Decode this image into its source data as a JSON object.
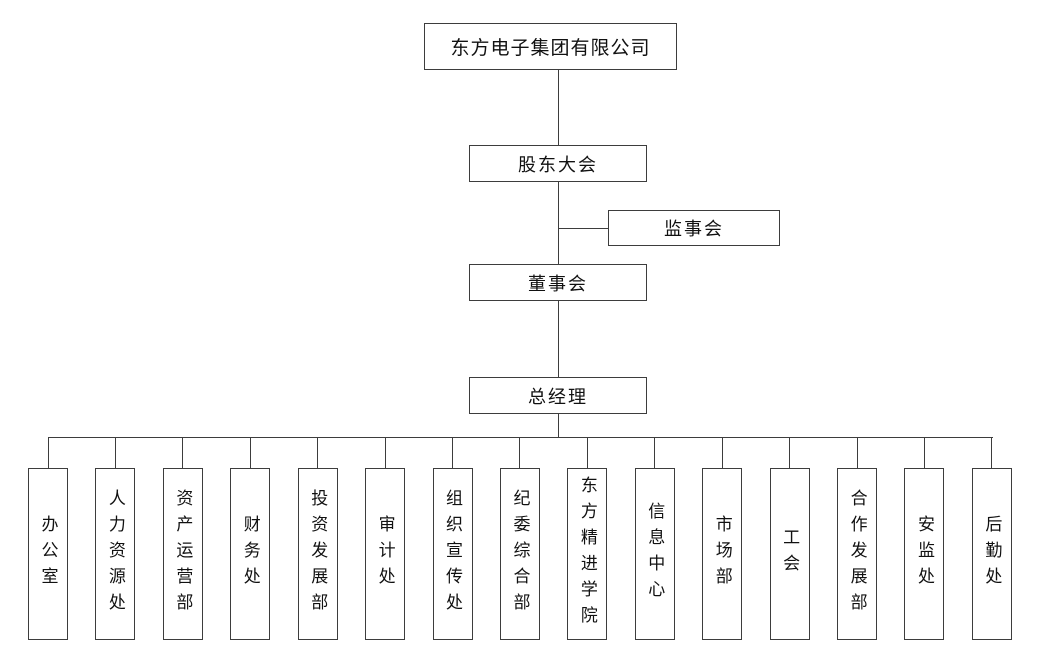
{
  "chart": {
    "root": "东方电子集团有限公司",
    "levels": {
      "shareholders": "股东大会",
      "supervisory": "监事会",
      "board": "董事会",
      "gm": "总经理"
    },
    "departments": [
      "办公室",
      "人力资源处",
      "资产运营部",
      "财务处",
      "投资发展部",
      "审计处",
      "组织宣传处",
      "纪委综合部",
      "东方精进学院",
      "信息中心",
      "市场部",
      "工会",
      "合作发展部",
      "安监处",
      "后勤处"
    ]
  }
}
